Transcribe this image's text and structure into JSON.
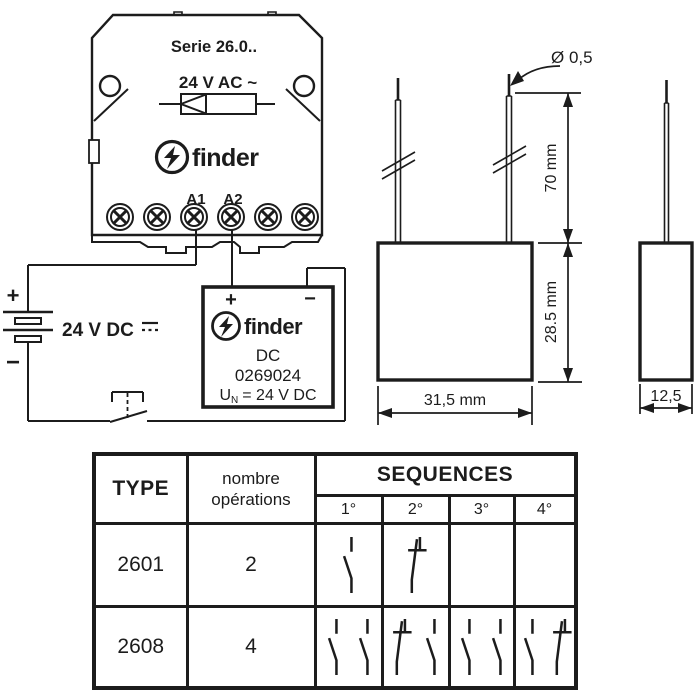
{
  "colors": {
    "ink": "#1c1c1c",
    "paper": "#ffffff"
  },
  "front_module": {
    "series": "Serie 26.0..",
    "coil_voltage": "24 V AC ~",
    "brand": "finder",
    "terminals": {
      "a1": "A1",
      "a2": "A2"
    }
  },
  "wiring": {
    "battery": {
      "plus": "+",
      "minus": "−",
      "label": "24 V DC"
    },
    "dc_module": {
      "plus": "+",
      "minus": "−",
      "brand": "finder",
      "type_line": "DC",
      "code": "0269024",
      "un_prefix": "U",
      "un_sub": "N",
      "un_suffix": "= 24 V DC"
    }
  },
  "dimensions": {
    "wire_diameter": "Ø 0,5",
    "wire_length": "70 mm",
    "height": "28.5 mm",
    "width": "31,5 mm",
    "depth": "12,5"
  },
  "table": {
    "type_header": "TYPE",
    "operations_header_1": "nombre",
    "operations_header_2": "opérations",
    "sequences_header": "SEQUENCES",
    "steps": [
      "1°",
      "2°",
      "3°",
      "4°"
    ],
    "rows": [
      {
        "type": "2601",
        "operations": "2",
        "sequences": [
          [
            "open"
          ],
          [
            "closed"
          ],
          [],
          []
        ]
      },
      {
        "type": "2608",
        "operations": "4",
        "sequences": [
          [
            "open",
            "open"
          ],
          [
            "closed",
            "open"
          ],
          [
            "open",
            "open"
          ],
          [
            "open",
            "closed"
          ]
        ]
      }
    ]
  }
}
